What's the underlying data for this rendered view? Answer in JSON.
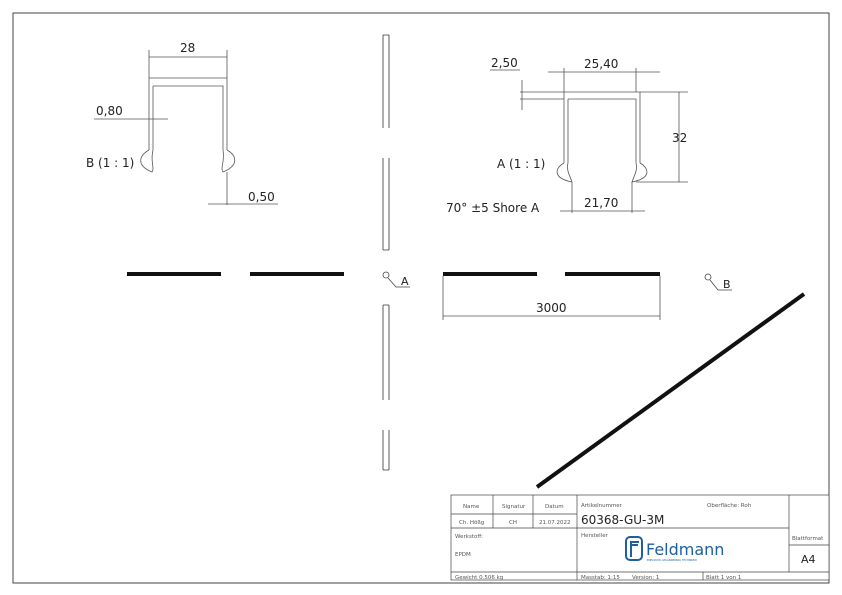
{
  "views": {
    "detail_b": {
      "label": "B (1 : 1)",
      "dims": [
        "28",
        "0,80",
        "0,50"
      ]
    },
    "detail_a": {
      "label": "A (1 : 1)",
      "dims": [
        "2,50",
        "25,40",
        "32",
        "21,70"
      ],
      "material_note": "70° ±5 Shore A"
    },
    "length_dim": "3000",
    "callout_a": "A",
    "callout_b": "B"
  },
  "title_block": {
    "name_h": "Name",
    "sig_h": "Signatur",
    "date_h": "Datum",
    "name": "Ch. Hößg",
    "sig": "CH",
    "date": "21.07.2022",
    "werkstoff_label": "Werkstoff:",
    "werkstoff": "EPDM",
    "gewicht": "Gewicht 0.506 kg",
    "artikel_label": "Artikelnummer",
    "artikel": "60368-GU-3M",
    "oberflaeche": "Oberfläche:  Roh",
    "hersteller_label": "Hersteller",
    "logo": "Feldmann",
    "logo_tagline": "EDELSTAHL GELÄNDERBAU TECHNIKEN",
    "massstab": "Masstab: 1:15",
    "version": "Version: 1",
    "blatt": "Blatt 1 von 1",
    "blattformat_label": "Blattformat",
    "blattformat": "A4",
    "logo_color": "#1d5fa0"
  }
}
